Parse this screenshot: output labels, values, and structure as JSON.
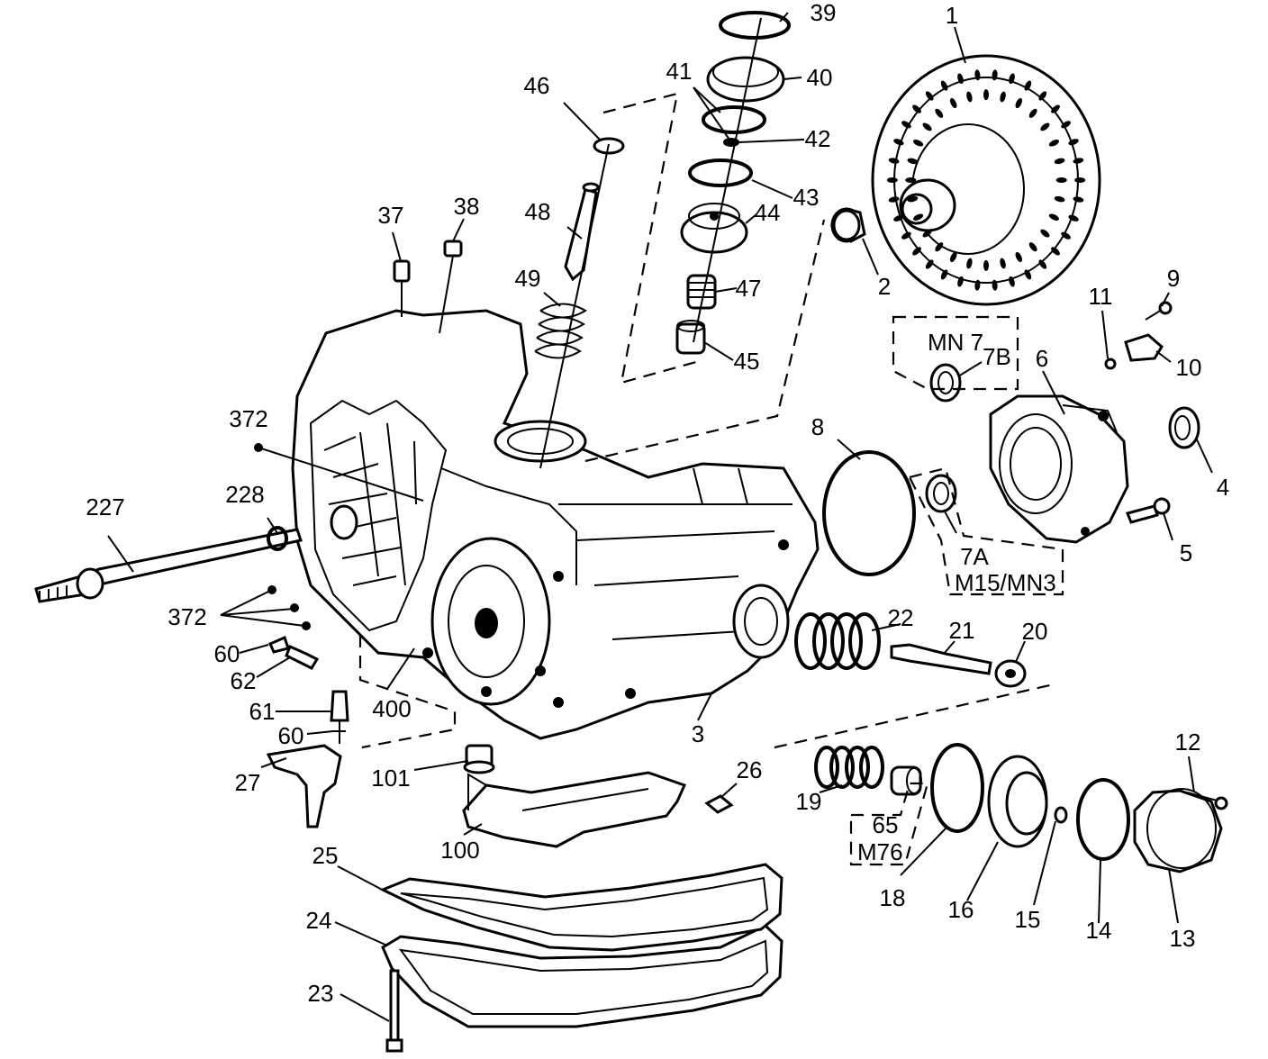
{
  "callouts": [
    {
      "id": "c1",
      "text": "1"
    },
    {
      "id": "c2",
      "text": "2"
    },
    {
      "id": "c3",
      "text": "3"
    },
    {
      "id": "c4",
      "text": "4"
    },
    {
      "id": "c5",
      "text": "5"
    },
    {
      "id": "c6",
      "text": "6"
    },
    {
      "id": "c7b",
      "text": "7B"
    },
    {
      "id": "c7a",
      "text": "7A"
    },
    {
      "id": "c8",
      "text": "8"
    },
    {
      "id": "c9",
      "text": "9"
    },
    {
      "id": "c10",
      "text": "10"
    },
    {
      "id": "c11",
      "text": "11"
    },
    {
      "id": "c12",
      "text": "12"
    },
    {
      "id": "c13",
      "text": "13"
    },
    {
      "id": "c14",
      "text": "14"
    },
    {
      "id": "c15",
      "text": "15"
    },
    {
      "id": "c16",
      "text": "16"
    },
    {
      "id": "c18",
      "text": "18"
    },
    {
      "id": "c19",
      "text": "19"
    },
    {
      "id": "c20",
      "text": "20"
    },
    {
      "id": "c21",
      "text": "21"
    },
    {
      "id": "c22",
      "text": "22"
    },
    {
      "id": "c23",
      "text": "23"
    },
    {
      "id": "c24",
      "text": "24"
    },
    {
      "id": "c25",
      "text": "25"
    },
    {
      "id": "c26",
      "text": "26"
    },
    {
      "id": "c27",
      "text": "27"
    },
    {
      "id": "c37",
      "text": "37"
    },
    {
      "id": "c38",
      "text": "38"
    },
    {
      "id": "c39",
      "text": "39"
    },
    {
      "id": "c40",
      "text": "40"
    },
    {
      "id": "c41",
      "text": "41"
    },
    {
      "id": "c42",
      "text": "42"
    },
    {
      "id": "c43",
      "text": "43"
    },
    {
      "id": "c44",
      "text": "44"
    },
    {
      "id": "c45",
      "text": "45"
    },
    {
      "id": "c46",
      "text": "46"
    },
    {
      "id": "c47",
      "text": "47"
    },
    {
      "id": "c48",
      "text": "48"
    },
    {
      "id": "c49",
      "text": "49"
    },
    {
      "id": "c60a",
      "text": "60"
    },
    {
      "id": "c60b",
      "text": "60"
    },
    {
      "id": "c61",
      "text": "61"
    },
    {
      "id": "c62",
      "text": "62"
    },
    {
      "id": "c65",
      "text": "65"
    },
    {
      "id": "c100",
      "text": "100"
    },
    {
      "id": "c101",
      "text": "101"
    },
    {
      "id": "c227",
      "text": "227"
    },
    {
      "id": "c228",
      "text": "228"
    },
    {
      "id": "c372a",
      "text": "372"
    },
    {
      "id": "c372b",
      "text": "372"
    },
    {
      "id": "c400",
      "text": "400"
    }
  ],
  "option_codes": {
    "mn7": "MN 7",
    "m15_mn3": "M15/MN3",
    "m76": "M76"
  }
}
